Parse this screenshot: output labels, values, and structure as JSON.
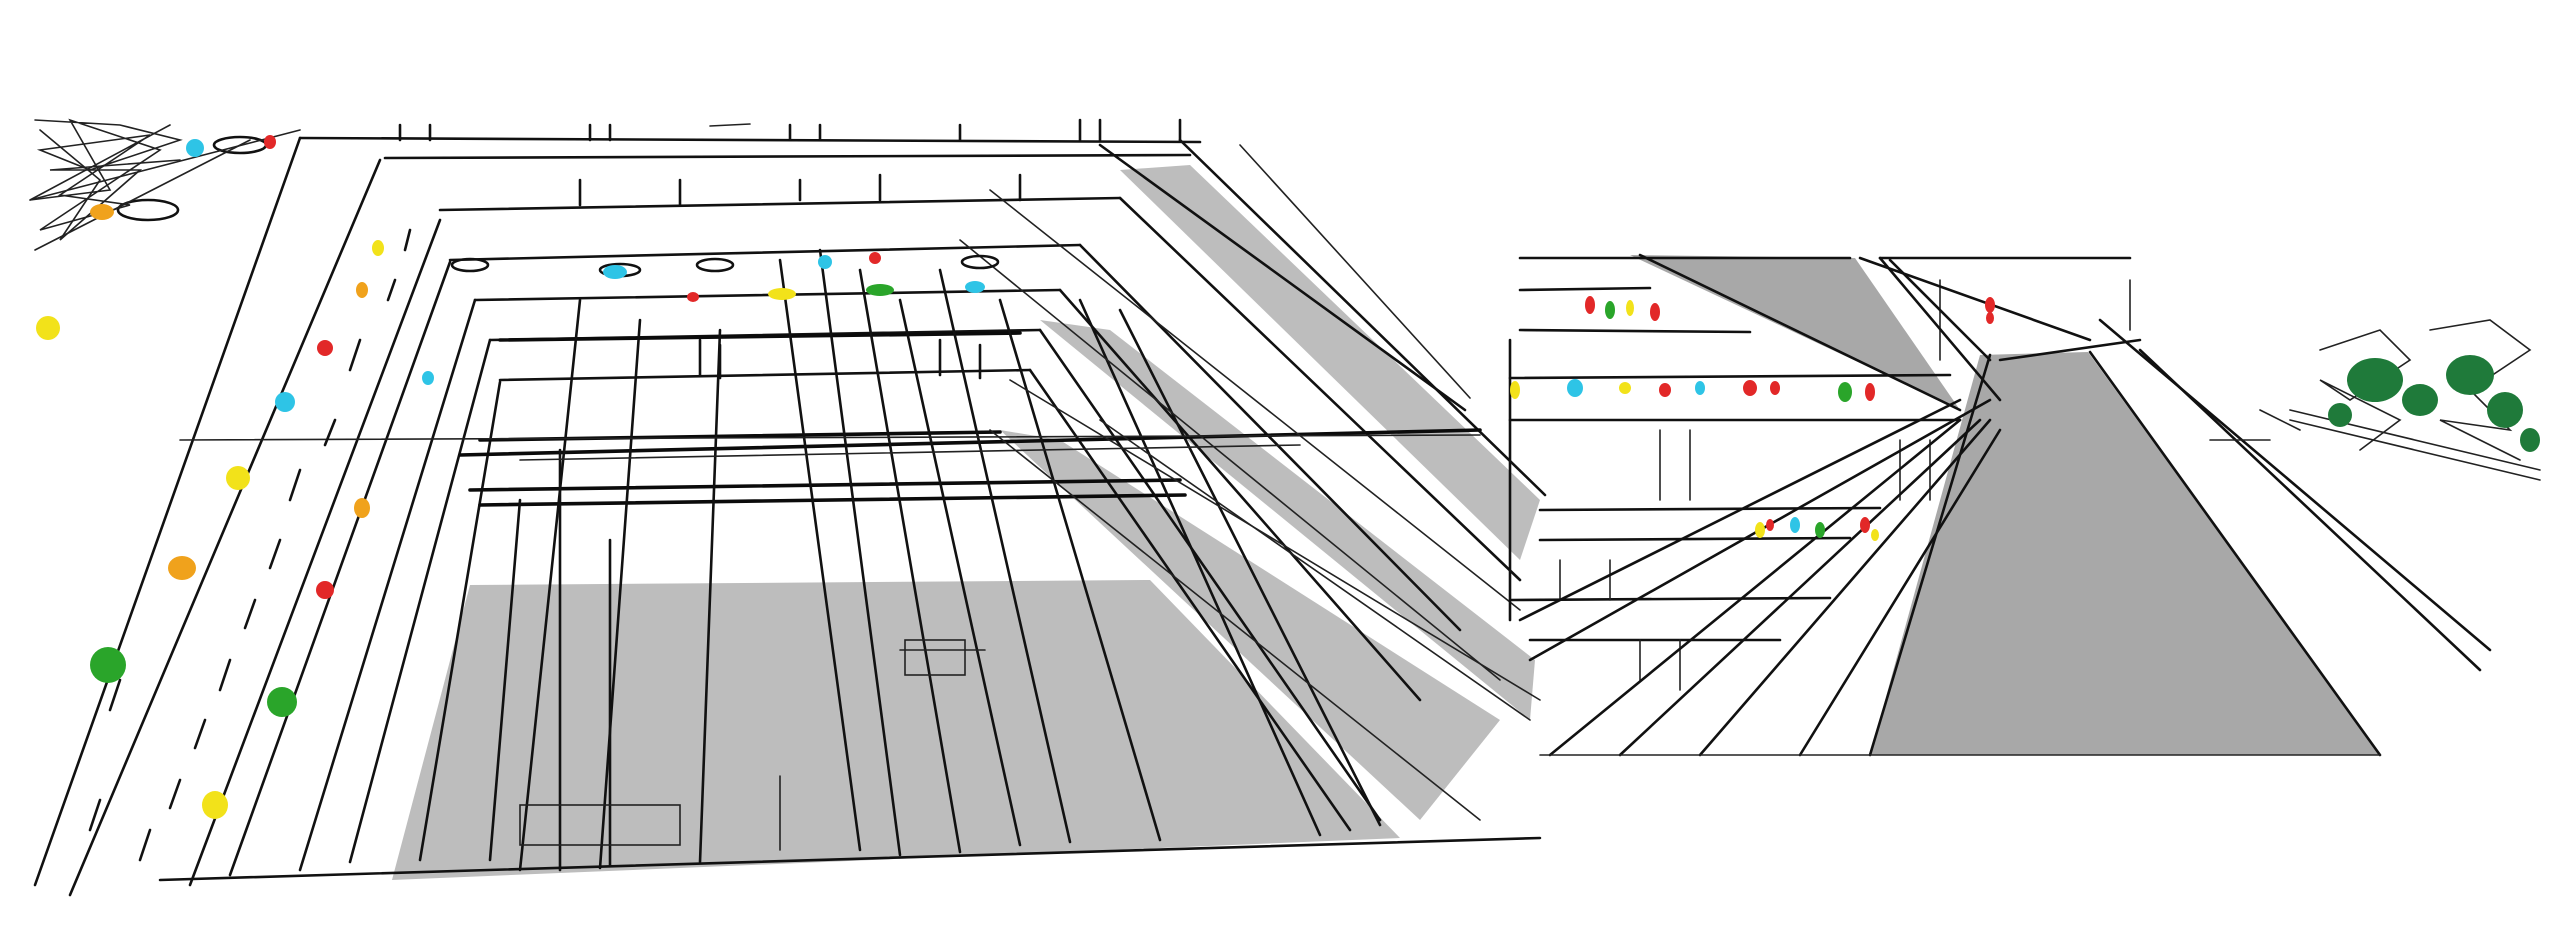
{
  "drawing": {
    "kind": "architectural-perspective-sketch",
    "views": [
      "atrium-overview",
      "atrium-section-perspective"
    ],
    "colors": {
      "background": "#ffffff",
      "ink": "#111111",
      "shade": "#bdbdbd",
      "shade_dark": "#a8a8a8",
      "accent_yellow": "#f2e21a",
      "accent_orange": "#f0a21c",
      "accent_red": "#e22828",
      "accent_cyan": "#2ec4e6",
      "accent_green": "#2aa52a",
      "tree_green": "#1f7a3a"
    },
    "figure_colors": [
      "yellow",
      "orange",
      "red",
      "cyan",
      "green"
    ]
  }
}
